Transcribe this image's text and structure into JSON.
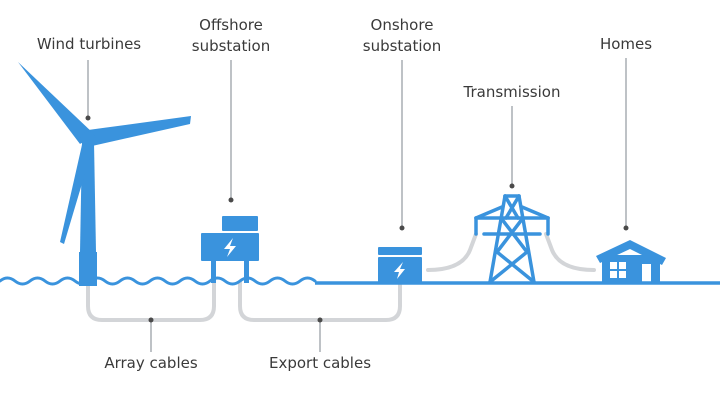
{
  "colors": {
    "accent": "#3a93dd",
    "cable": "#d3d5d8",
    "leader": "#a9adb3",
    "text": "#3a3a3a"
  },
  "labels": {
    "wind_turbines": "Wind turbines",
    "offshore_line1": "Offshore",
    "offshore_line2": "substation",
    "onshore_line1": "Onshore",
    "onshore_line2": "substation",
    "transmission": "Transmission",
    "homes": "Homes",
    "array_cables": "Array cables",
    "export_cables": "Export cables"
  },
  "icons": {
    "turbine": "wind-turbine-icon",
    "offshore": "offshore-substation-icon",
    "onshore": "onshore-substation-icon",
    "pylon": "transmission-tower-icon",
    "home": "house-icon",
    "bolt": "lightning-bolt-icon"
  }
}
